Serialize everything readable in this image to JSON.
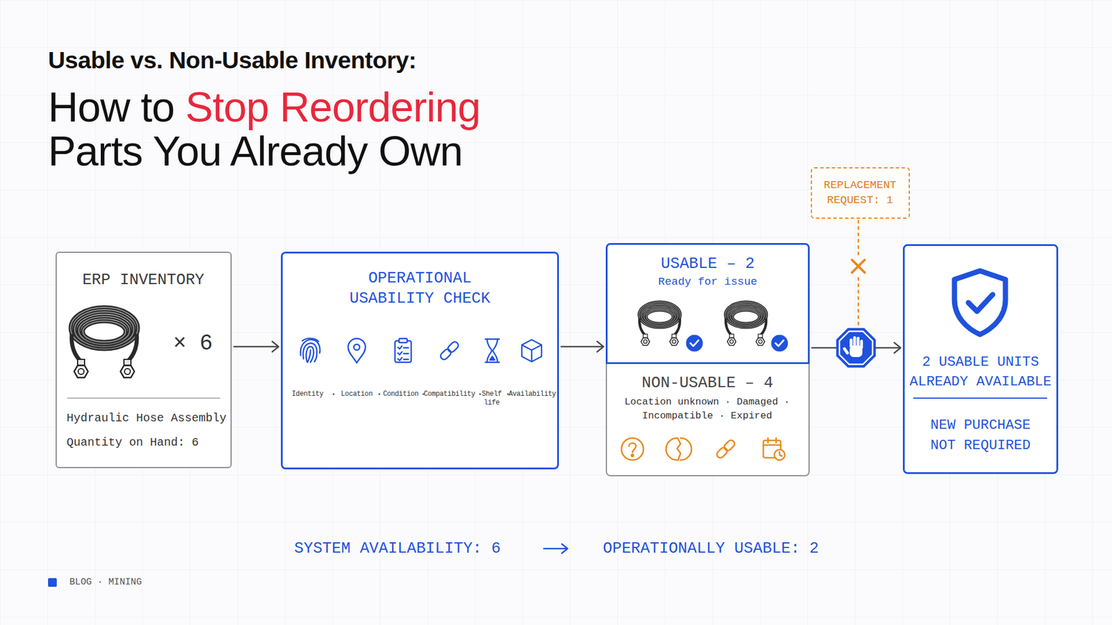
{
  "diagram": {
    "title": "Usable vs. Non-Usable Inventory:",
    "nodes": [
      {
        "text": [
          "ERP INVENTORY",
          "× 6",
          "Hydraulic Hose Assembly",
          "Quantity on Hand: 6"
        ]
      },
      {
        "text": [
          "OPERATIONAL USABILITY CHECK",
          "Identity",
          "Location",
          "Condition",
          "Compatibility",
          "Shelf life",
          "Availability"
        ]
      },
      {
        "text": [
          "USABLE – 2",
          "Ready for issue"
        ]
      },
      {
        "text": [
          "NON-USABLE – 4",
          "Location unknown · Damaged · Incompatible · Expired"
        ]
      },
      {
        "text": [
          "REPLACEMENT REQUEST: 1"
        ]
      },
      {
        "text": [
          "2 USABLE UNITS ALREADY AVAILABLE",
          "NEW PURCHASE NOT REQUIRED"
        ]
      }
    ],
    "edges": [
      {
        "from": 0,
        "to": 1,
        "arrow": "to"
      },
      {
        "from": 1,
        "to": 2,
        "arrow": "to"
      },
      {
        "from": 2,
        "to": 5,
        "arrow": "to"
      }
    ],
    "labels": [
      "How to",
      "Stop Reordering",
      "Parts You Already Own",
      "SYSTEM AVAILABILITY: 6",
      "OPERATIONALLY USABLE: 2",
      "BLOG · MINING"
    ]
  }
}
